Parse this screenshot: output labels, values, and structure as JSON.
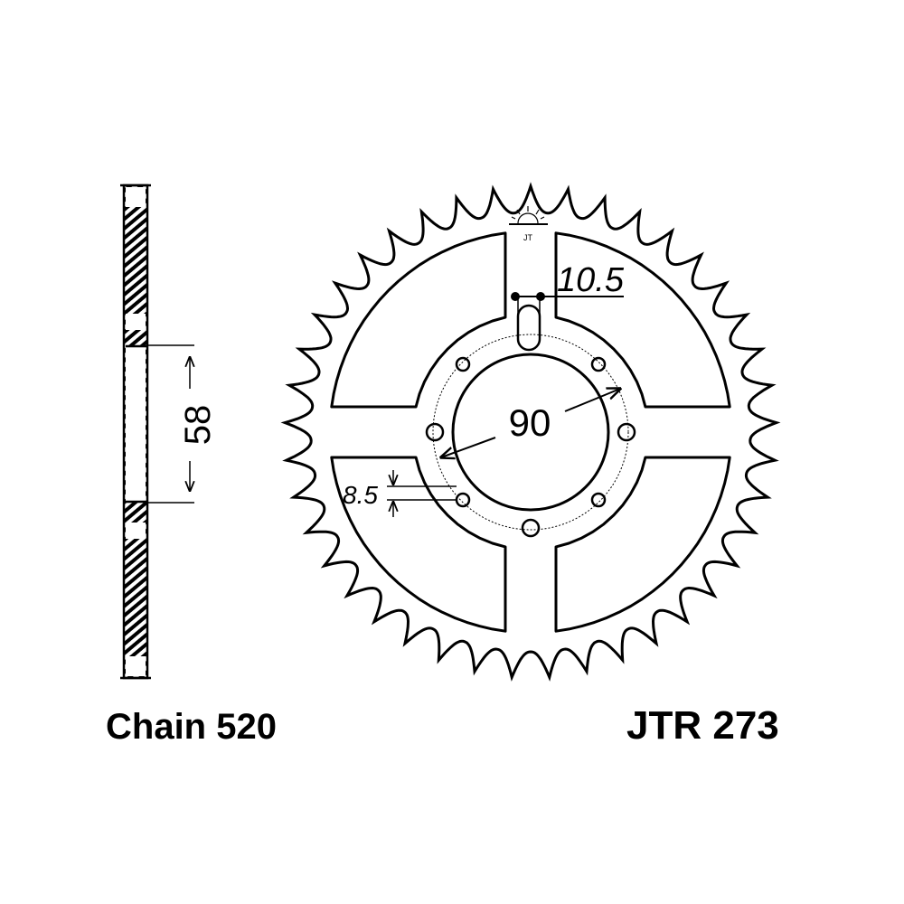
{
  "dimensions": {
    "slot_width": "10.5",
    "bore_diameter": "90",
    "bolt_hole_diameter": "8.5",
    "offset": "58"
  },
  "labels": {
    "chain": "Chain 520",
    "part_number": "JTR 273"
  },
  "sprocket": {
    "teeth": 41,
    "bolt_holes": 8
  },
  "logo": {
    "text": "JT"
  },
  "colors": {
    "line": "#000000",
    "background": "#ffffff"
  }
}
